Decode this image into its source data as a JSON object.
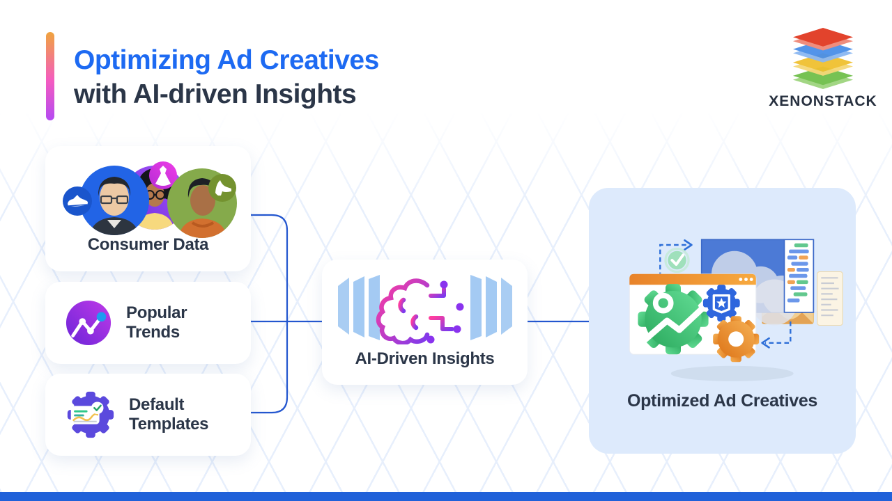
{
  "page": {
    "background": "#ffffff",
    "footer_bar_color": "#2061d9",
    "lattice_color": "#e7effc"
  },
  "header": {
    "title_line1": "Optimizing Ad Creatives",
    "title_line2": "with AI-driven Insights",
    "title_line1_color": "#1d6af2",
    "title_line2_color": "#2b3648",
    "accent_bar_gradient": [
      "#f0a43e",
      "#f45cc0",
      "#b44af2"
    ]
  },
  "brand": {
    "name": "XENONSTACK",
    "logo_icon": "layered-stack-icon",
    "logo_layer_colors": [
      "#e2432c",
      "#4a8fe8",
      "#f0c030",
      "#6fbf4a"
    ]
  },
  "flow": {
    "connector_color": "#2356cf",
    "inputs": [
      {
        "label": "Consumer Data",
        "icon": "consumer-avatars-icon",
        "avatar_colors": [
          "#2264e6",
          "#8a3bf0",
          "#85aa4b"
        ],
        "badge_icons": [
          "sneaker-icon",
          "dress-icon",
          "high-heel-icon"
        ]
      },
      {
        "label": "Popular Trends",
        "icon": "trend-line-icon",
        "icon_colors": [
          "#6a24d8",
          "#b633e8",
          "#1e9bf0"
        ]
      },
      {
        "label": "Default Templates",
        "icon": "template-gear-icon",
        "icon_colors": [
          "#5b49dd",
          "#2fc98a",
          "#f2c14e"
        ]
      }
    ],
    "process": {
      "label": "AI-Driven Insights",
      "icon": "brain-circuit-icon",
      "icon_colors": [
        "#ff3d9e",
        "#7c3aed",
        "#a9cdf3"
      ]
    },
    "output": {
      "label": "Optimized Ad Creatives",
      "icon": "ad-builder-illustration",
      "panel_color": "#ddeafc",
      "illustration_parts": [
        "browser-window",
        "green-gear",
        "blue-star-gear",
        "orange-gear",
        "check-badge",
        "image-panel",
        "code-panel",
        "dashed-arrows"
      ]
    }
  }
}
